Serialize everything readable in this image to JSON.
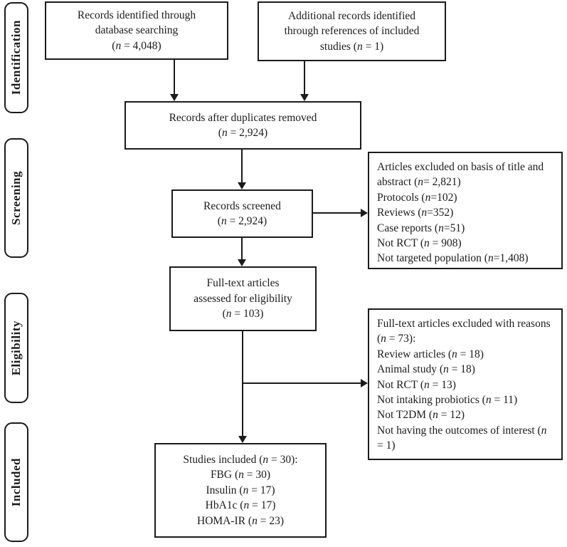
{
  "figure": {
    "type": "prisma-flow-diagram",
    "colors": {
      "border": "#1b1b1b",
      "text": "#1b1b1b",
      "background": "#ffffff"
    },
    "stages": {
      "identification": "Identification",
      "screening": "Screening",
      "eligibility": "Eligibility",
      "included": "Included"
    },
    "boxes": {
      "db_search": {
        "lines": [
          "Records identified through",
          "database searching",
          "(n = 4,048)"
        ]
      },
      "additional_records": {
        "lines": [
          "Additional records identified",
          "through references of included",
          "studies (n = 1)"
        ]
      },
      "duplicates_removed": {
        "lines": [
          "Records after duplicates removed",
          "(n = 2,924)"
        ]
      },
      "records_screened": {
        "lines": [
          "Records screened",
          "(n = 2,924)"
        ]
      },
      "excluded_title_abstract": {
        "lines": [
          "Articles excluded on basis of title and abstract (n= 2,821)",
          "Protocols (n=102)",
          "Reviews (n=352)",
          "Case reports (n=51)",
          "Not RCT (n = 908)",
          "Not targeted population (n=1,408)"
        ]
      },
      "fulltext_assessed": {
        "lines": [
          "Full-text articles",
          "assessed for eligibility",
          "(n = 103)"
        ]
      },
      "excluded_fulltext": {
        "lines": [
          "Full-text articles excluded with reasons (n = 73):",
          "Review articles (n = 18)",
          "Animal study (n = 18)",
          "Not RCT (n = 13)",
          "Not intaking probiotics (n = 11)",
          "Not T2DM (n = 12)",
          "Not having the outcomes of interest (n = 1)"
        ]
      },
      "studies_included": {
        "lines": [
          "Studies included (n = 30):",
          "FBG (n = 30)",
          "Insulin (n = 17)",
          "HbA1c (n = 17)",
          "HOMA-IR (n = 23)"
        ]
      }
    }
  }
}
